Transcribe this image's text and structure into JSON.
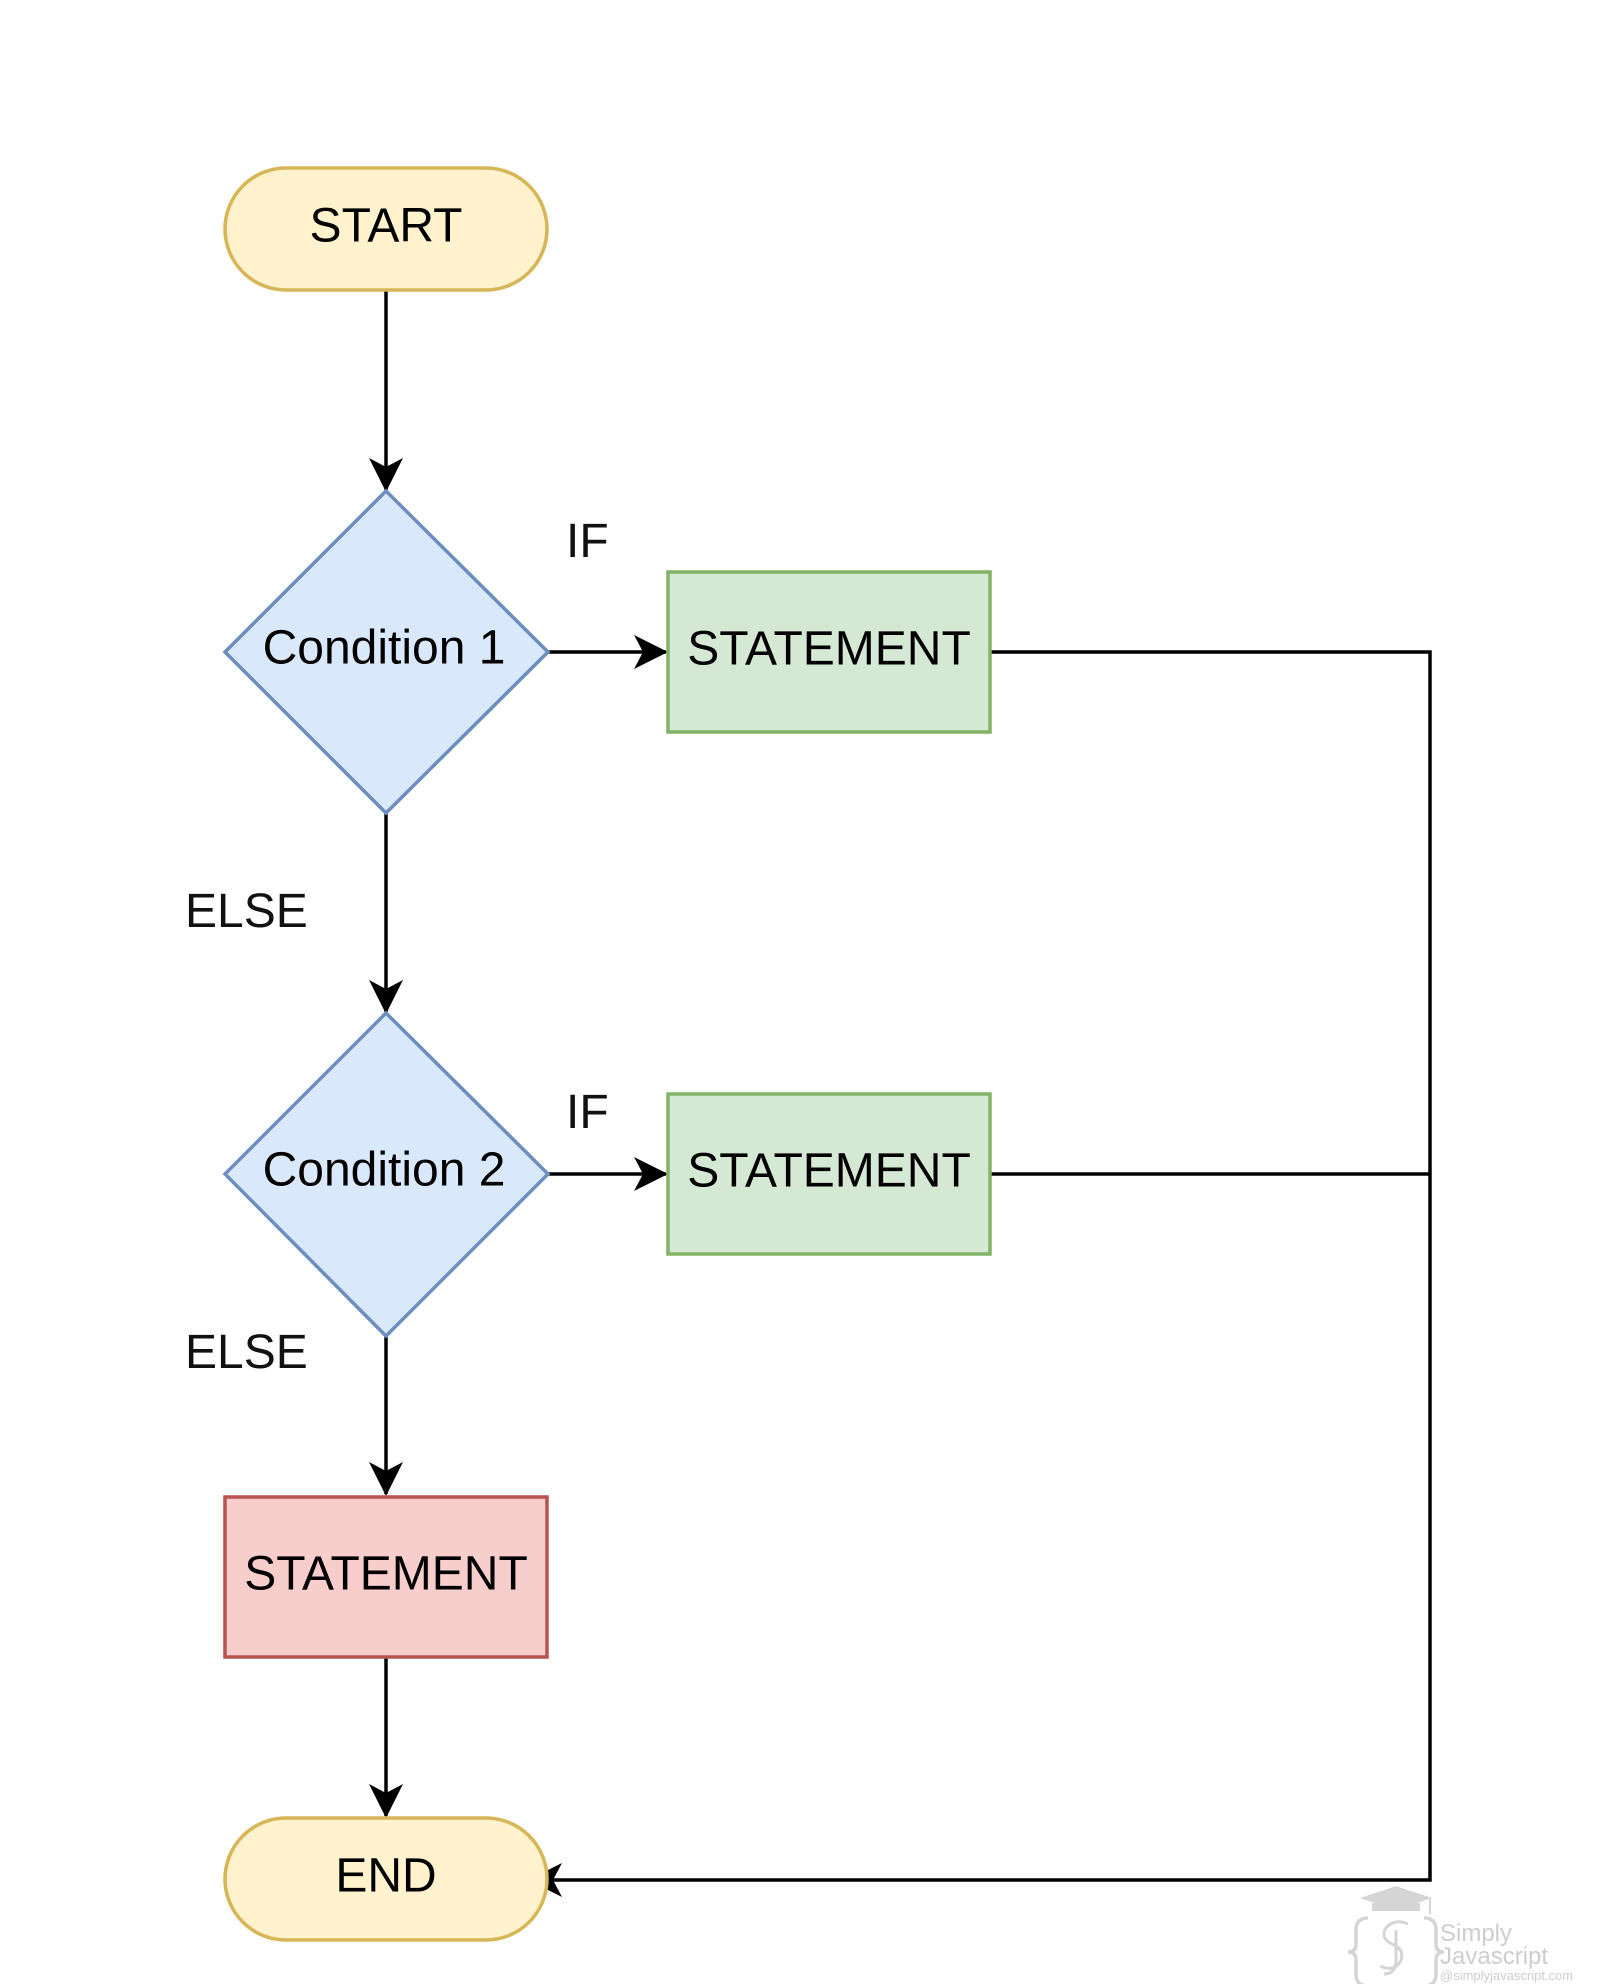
{
  "nodes": {
    "start": {
      "label": "START"
    },
    "condition1": {
      "label": "Condition 1"
    },
    "statement_if1": {
      "label": "STATEMENT"
    },
    "condition2": {
      "label": "Condition 2"
    },
    "statement_if2": {
      "label": "STATEMENT"
    },
    "statement_else": {
      "label": "STATEMENT"
    },
    "end": {
      "label": "END"
    }
  },
  "edges": {
    "condition1_if": "IF",
    "condition1_else": "ELSE",
    "condition2_if": "IF",
    "condition2_else": "ELSE"
  },
  "colors": {
    "terminal_fill": "#fff2cc",
    "terminal_stroke": "#d6b656",
    "decision_fill": "#dae8fc",
    "decision_stroke": "#6c8ebf",
    "statement_fill": "#d5e8d4",
    "statement_stroke": "#82b366",
    "else_statement_fill": "#f8cecc",
    "else_statement_stroke": "#b85450",
    "edge": "#000000"
  },
  "watermark": {
    "brand_line1": "Simply",
    "brand_line2": "Javascript",
    "handle": "@simplyjavascript.com",
    "icon": "graduation-cap-braces-logo"
  }
}
